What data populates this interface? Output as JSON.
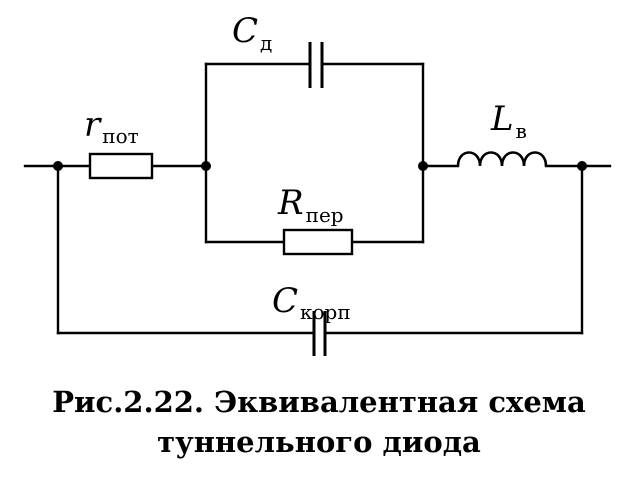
{
  "labels": {
    "c_d": {
      "main": "C",
      "sub": "д"
    },
    "r_pot": {
      "main": "r",
      "sub": "пот"
    },
    "l_v": {
      "main": "L",
      "sub": "в"
    },
    "r_per": {
      "main": "R",
      "sub": "пер"
    },
    "c_korp": {
      "main": "C",
      "sub": "корп"
    }
  },
  "caption": {
    "line1": "Рис.2.22. Эквивалентная схема",
    "line2": "туннельного диода"
  }
}
